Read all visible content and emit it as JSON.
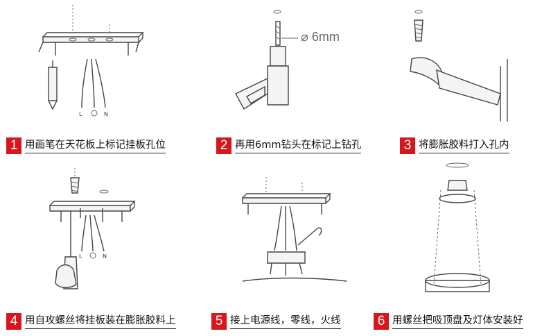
{
  "steps": [
    {
      "number": "1",
      "text": "用画笔在天花板上标记挂板孔位"
    },
    {
      "number": "2",
      "text": "再用6mm钻头在标记上钻孔"
    },
    {
      "number": "3",
      "text": "将膨胀胶料打入孔内"
    },
    {
      "number": "4",
      "text": "用自攻螺丝将挂板装在膨胀胶料上"
    },
    {
      "number": "5",
      "text": "接上电源线，零线，火线"
    },
    {
      "number": "6",
      "text": "用螺丝把吸顶盘及灯体安装好"
    }
  ],
  "drill": {
    "diameter_label": "6mm"
  },
  "wire_labels": {
    "live": "L",
    "neutral": "N"
  },
  "colors": {
    "badge": "#d7171c",
    "line": "#444444"
  },
  "icons": [
    "pen-icon",
    "drill-icon",
    "hammer-icon",
    "screw-icon",
    "screwdriver-icon",
    "terminal-block-icon",
    "pendant-lamp-icon",
    "mounting-plate-icon"
  ]
}
